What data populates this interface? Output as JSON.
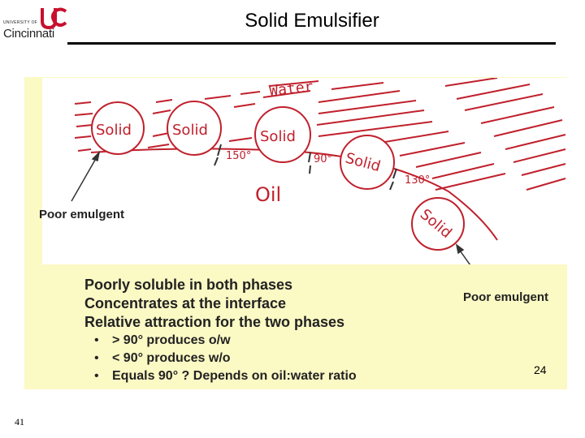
{
  "logo": {
    "small_text": "UNIVERSITY OF",
    "big_text": "Cincinnati",
    "mark": "UC",
    "accent_color": "#c8102e"
  },
  "title": "Solid Emulsifier",
  "figure": {
    "water_label": "Water",
    "oil_label": "Oil",
    "solid_label": "Solid",
    "angles": [
      "150°",
      "90°",
      "130°"
    ],
    "left_caption": "Poor emulgent",
    "right_caption": "Poor emulgent"
  },
  "points": {
    "lines": [
      "Poorly soluble in both phases",
      "Concentrates at the interface",
      "Relative attraction for the two phases"
    ],
    "bullets": [
      "> 90° produces o/w",
      "< 90° produces w/o",
      "Equals 90° ? Depends on oil:water ratio"
    ]
  },
  "slide_number": "24",
  "page_number": "41"
}
